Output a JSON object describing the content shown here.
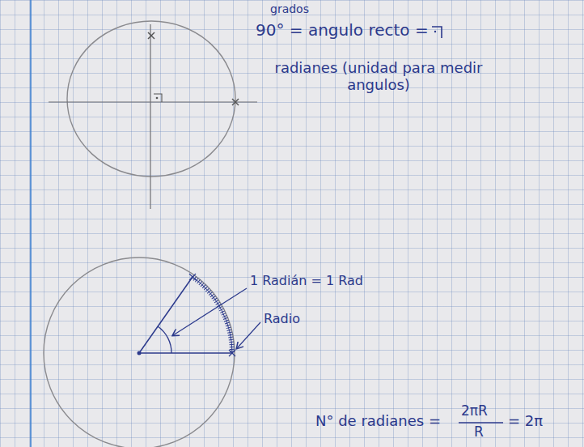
{
  "diagram": {
    "labels": [
      "grados",
      "90° = angulo recto =",
      "radianes (unidad para medir angulos)",
      "1 Radián = 1 Rad",
      "Radio",
      "N° de radianes =",
      "2πR",
      "R",
      "= 2π"
    ]
  }
}
